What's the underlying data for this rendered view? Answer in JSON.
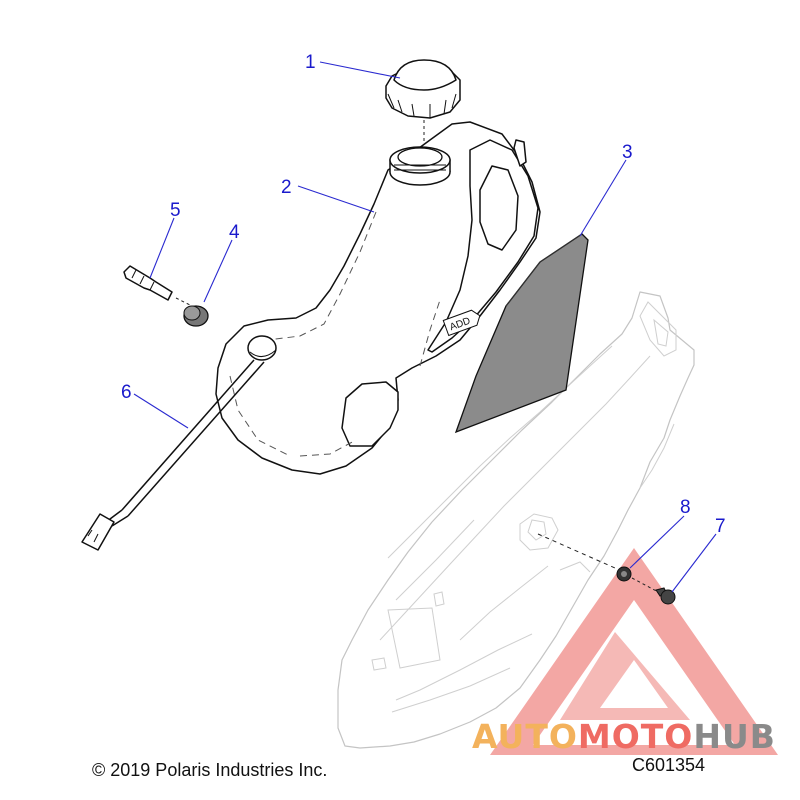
{
  "callouts": [
    "1",
    "2",
    "3",
    "4",
    "5",
    "6",
    "7",
    "8"
  ],
  "tank_label": "ADD",
  "copyright": "© 2019 Polaris Industries Inc.",
  "drawing_id": "C601354",
  "watermark": {
    "word_a": "AUTO",
    "word_b": "MOTO",
    "word_c": "HUB",
    "color_a": "#f3b25c",
    "color_b": "#ef6b63",
    "color_c": "#8a8a8a"
  },
  "colors": {
    "callout": "#1a1acc",
    "line_art": "#111111",
    "ghost_art": "#c4c4c4"
  }
}
